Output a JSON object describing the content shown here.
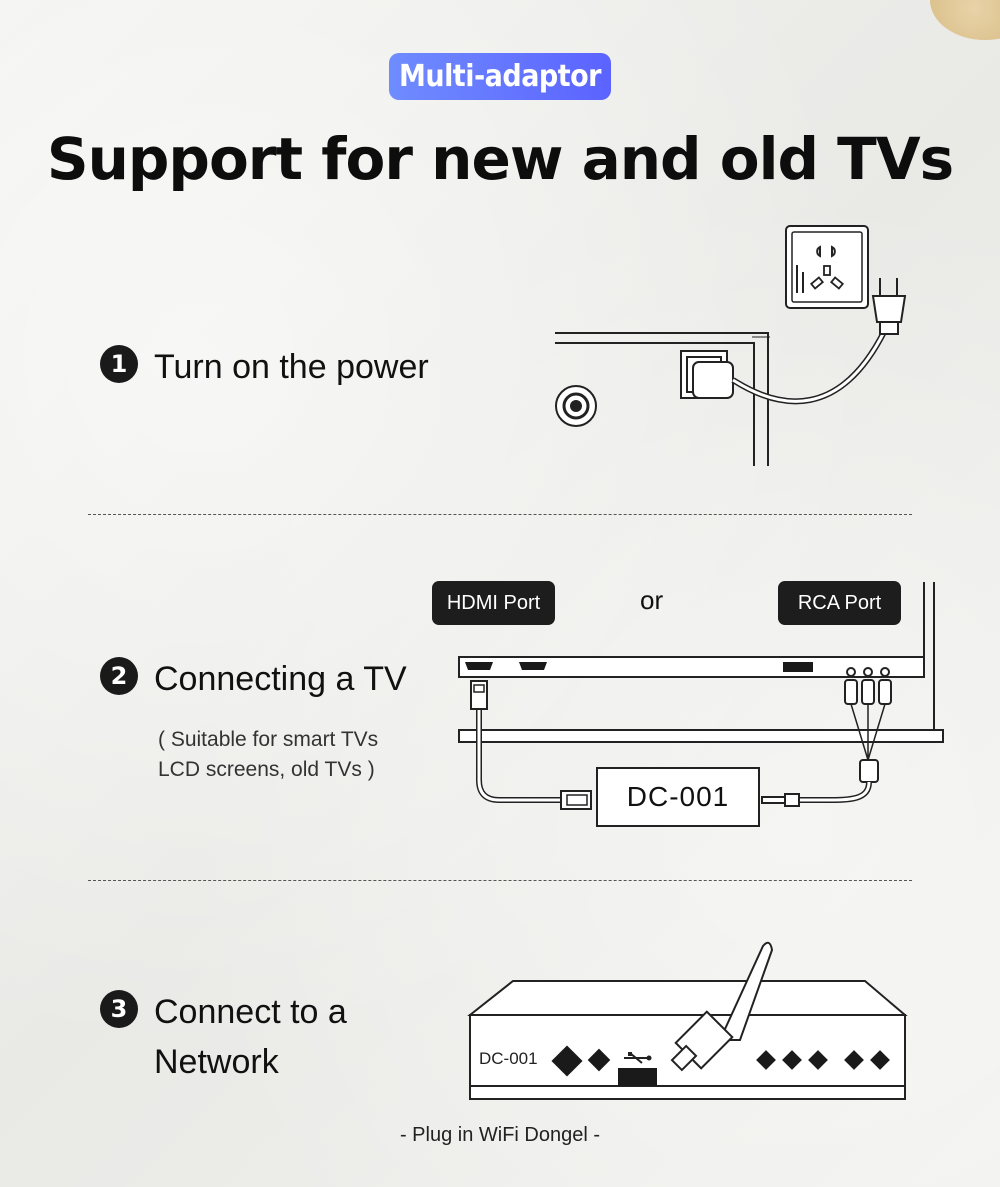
{
  "badge": "Multi-adaptor",
  "headline": "Support for new and old TVs",
  "steps": [
    {
      "number": "1",
      "lines": [
        "Turn on the power"
      ]
    },
    {
      "number": "2",
      "lines": [
        "Connecting a TV"
      ]
    },
    {
      "number": "3",
      "lines": [
        "Connect to a",
        "Network"
      ]
    }
  ],
  "step2_note": [
    "( Suitable for smart TVs",
    "LCD screens, old TVs )"
  ],
  "ports": {
    "hdmi": "HDMI Port",
    "or": "or",
    "rca": "RCA Port"
  },
  "device_name": "DC-001",
  "box_label": "DC-001",
  "caption": "- Plug in WiFi Dongel -",
  "icons": [
    "power-socket-icon",
    "power-plug-icon",
    "hdmi-plug-icon",
    "rca-plug-icon",
    "usb-icon",
    "wifi-dongle-icon"
  ]
}
